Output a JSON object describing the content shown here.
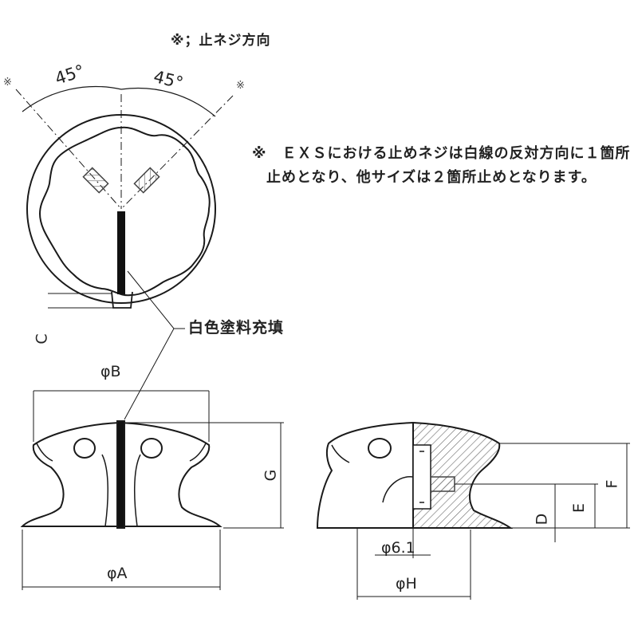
{
  "title_note": "※；止ネジ方向",
  "angles": {
    "left": "45°",
    "right": "45°"
  },
  "asterisk_left": "※",
  "asterisk_right": "※",
  "note": {
    "line1": "※　ＥＸＳにおける止めネジは白線の反対方向に１箇所",
    "line2": "止めとなり、他サイズは２箇所止めとなります。"
  },
  "callout_white_fill": "白色塗料充填",
  "dimensions": {
    "C": "C",
    "B": "φB",
    "A": "φA",
    "G": "G",
    "F": "F",
    "E": "E",
    "D": "D",
    "d61": "φ6.1",
    "H": "φH"
  },
  "colors": {
    "line": "#1a1a1a",
    "hatch": "#555555",
    "white_line_fill": "#111111"
  }
}
